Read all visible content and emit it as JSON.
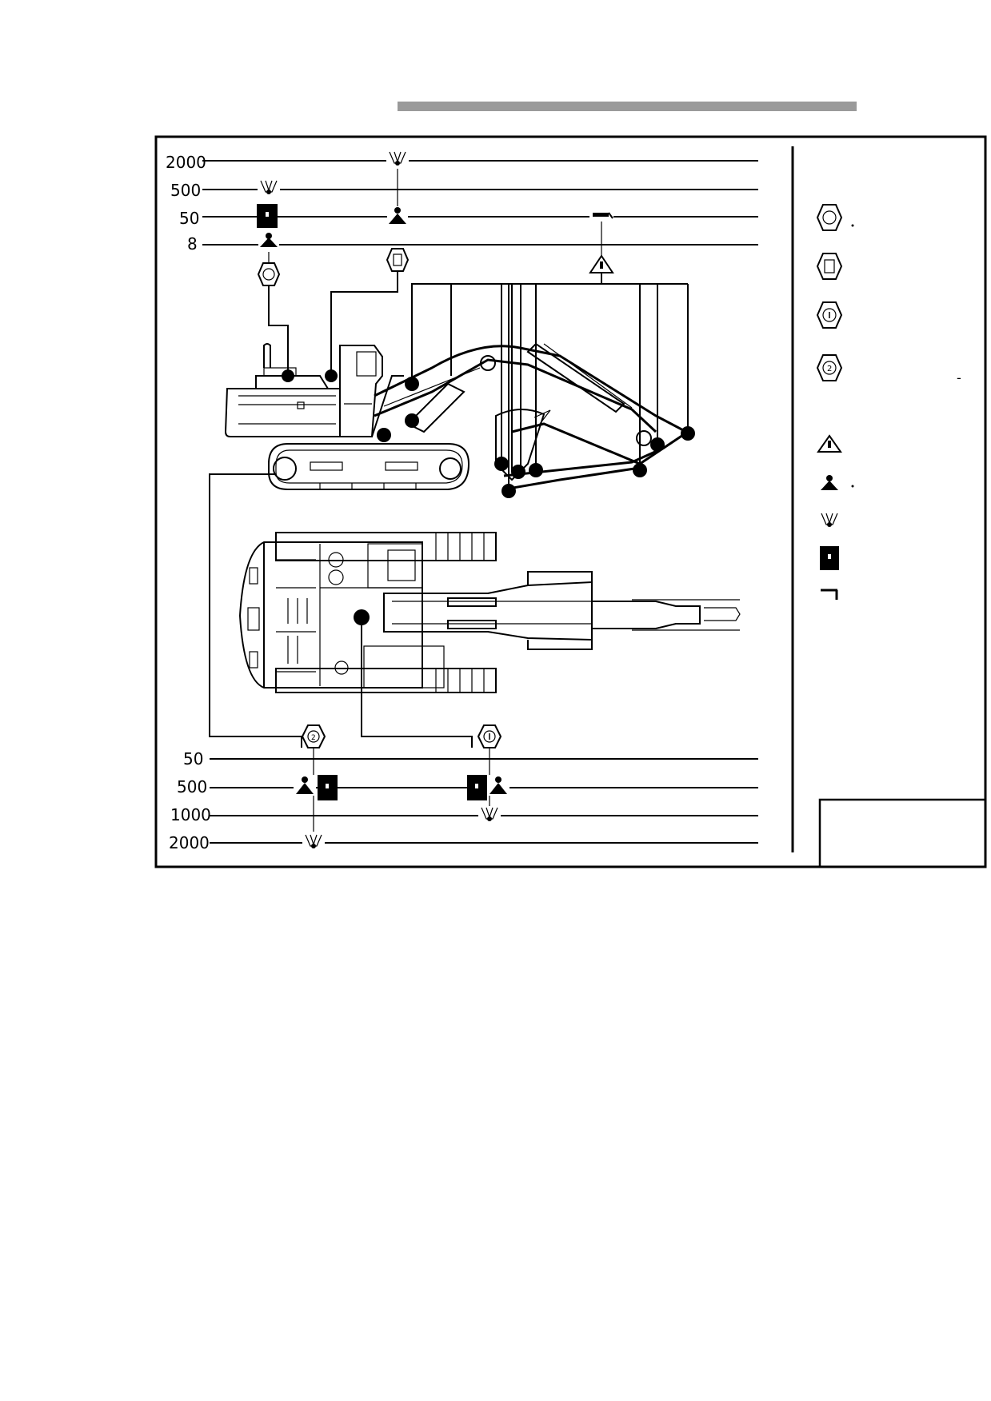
{
  "intervals_top": {
    "row1": "2000",
    "row2": "500",
    "row3": "50",
    "row4": "8"
  },
  "intervals_bottom": {
    "row1": "50",
    "row2": "500",
    "row3": "1000",
    "row4": "2000"
  },
  "legend": {
    "items": [
      {
        "icon": "engine-oil-icon"
      },
      {
        "icon": "fuel-filter-icon"
      },
      {
        "icon": "swing-drive-icon"
      },
      {
        "icon": "travel-drive-icon"
      },
      {
        "icon": "grease-warning-icon"
      },
      {
        "icon": "check-level-icon"
      },
      {
        "icon": "drain-change-icon"
      },
      {
        "icon": "filter-element-icon"
      },
      {
        "icon": "grease-gun-icon"
      }
    ],
    "dash": "-"
  },
  "colors": {
    "header_bar": "#9a9a9a",
    "ink": "#000000",
    "background": "#ffffff"
  }
}
